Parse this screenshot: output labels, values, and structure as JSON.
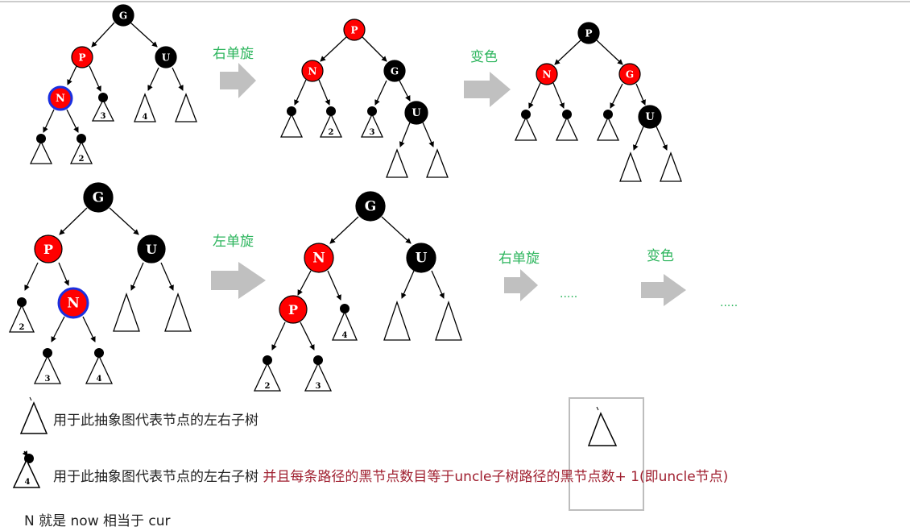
{
  "steps": {
    "rotate_right": "右单旋",
    "recolor": "变色",
    "rotate_left": "左单旋",
    "ellipsis": "....."
  },
  "node_labels": {
    "g": "G",
    "p": "P",
    "u": "U",
    "n": "N"
  },
  "subtree_labels": {
    "s2": "2",
    "s3": "3",
    "s4": "4"
  },
  "legend": {
    "triangle_desc": "用于此抽象图代表节点的左右子树",
    "blackdot_desc": "用于此抽象图代表节点的左右子树",
    "blackdot_desc_extra": "并且每条路径的黑节点数目等于uncle子树路径的黑节点数+ 1(即uncle节点)",
    "n_note": "N 就是 now 相当于 cur"
  },
  "colors": {
    "red_node": "#ff0000",
    "black_node": "#000000",
    "highlight_ring": "#1a2fe0",
    "step_text": "#2db55d",
    "arrow": "#c0c0c0",
    "legend_red_text": "#a02030"
  }
}
